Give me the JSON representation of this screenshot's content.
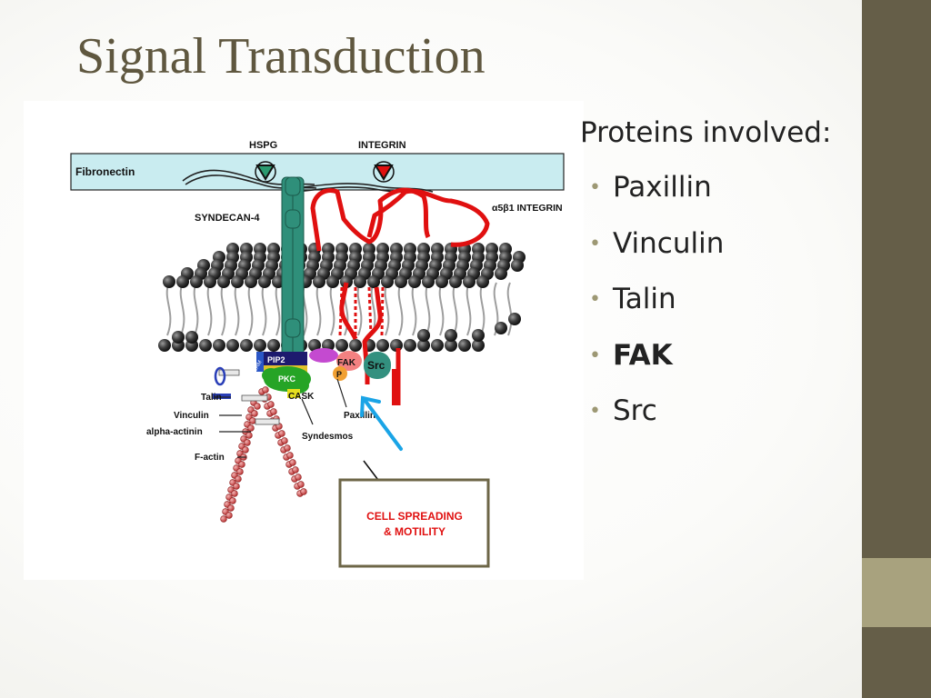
{
  "slide": {
    "title": "Signal Transduction",
    "list_heading": "Proteins involved:",
    "bullet_glyph": "•",
    "bullets": [
      "Paxillin",
      "Vinculin",
      "Talin",
      "FAK",
      "Src"
    ],
    "bold_bullet": "FAK"
  },
  "diagram": {
    "labels": {
      "hspg": "HSPG",
      "integrin": "INTEGRIN",
      "fibronectin": "Fibronectin",
      "syndecan": "SYNDECAN-4",
      "a5b1_integrin": "α5β1 INTEGRIN",
      "pip2": "PIP2",
      "pkc": "PKC",
      "cask": "CASK",
      "fak": "FAK",
      "p": "P",
      "src": "Src",
      "talin": "Talin",
      "vinculin": "Vinculin",
      "alpha_actinin": "alpha-actinin",
      "f_actin": "F-actin",
      "syndesmos": "Syndesmos",
      "paxillin": "Paxillin",
      "ecm_small": "ERM",
      "outcome_line1": "CELL SPREADING",
      "outcome_line2": "& MOTILITY"
    }
  },
  "colors": {
    "sidebar": "#655e48",
    "sidebar_accent": "#a8a27e",
    "title": "#5f573f",
    "bullet": "#9d9874",
    "fibronectin_bar": "#c9ecf0",
    "membrane_head": "#3a3a3a",
    "syndecan": "#2f8f7a",
    "integrin_chain": "#e01010",
    "outcome_text": "#e01010",
    "outcome_border": "#6d6647",
    "arrow": "#1aa4e6"
  }
}
